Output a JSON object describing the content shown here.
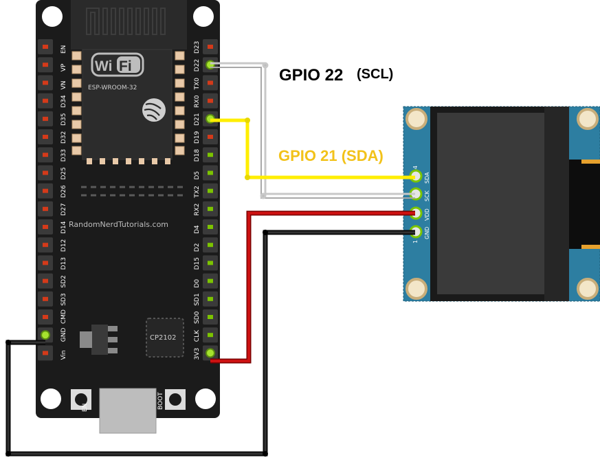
{
  "board": {
    "module_label": "ESP-WROOM-32",
    "wifi_label_left": "Wi",
    "wifi_label_right": "Fi",
    "website": "RandomNerdTutorials.com",
    "usb_chip": "CP2102",
    "en_button": "EN",
    "boot_button": "BOOT",
    "left_pins": [
      "EN",
      "VP",
      "VN",
      "D34",
      "D35",
      "D32",
      "D33",
      "D25",
      "D26",
      "D27",
      "D14",
      "D12",
      "D13",
      "SD2",
      "SD3",
      "CMD",
      "GND",
      "Vin"
    ],
    "right_pins": [
      "D23",
      "D22",
      "TX0",
      "RX0",
      "D21",
      "D19",
      "D18",
      "D5",
      "TX2",
      "RX2",
      "D4",
      "D2",
      "D15",
      "D0",
      "SD1",
      "SD0",
      "CLK",
      "3V3"
    ]
  },
  "oled": {
    "pins": [
      "SDA",
      "SCK",
      "VDD",
      "GND"
    ],
    "pin_num_top": "4",
    "pin_num_bottom": "1"
  },
  "labels": {
    "scl_gpio": "GPIO 22",
    "scl_name": "(SCL)",
    "sda": "GPIO 21 (SDA)"
  },
  "colors": {
    "board": "#1b1b1b",
    "oled_pcb": "#2d7ea1",
    "wire_scl": "#c8c8c8",
    "wire_sda": "#ffee00",
    "wire_vcc": "#cc1111",
    "wire_gnd": "#111111",
    "sda_text": "#f2c21a"
  }
}
